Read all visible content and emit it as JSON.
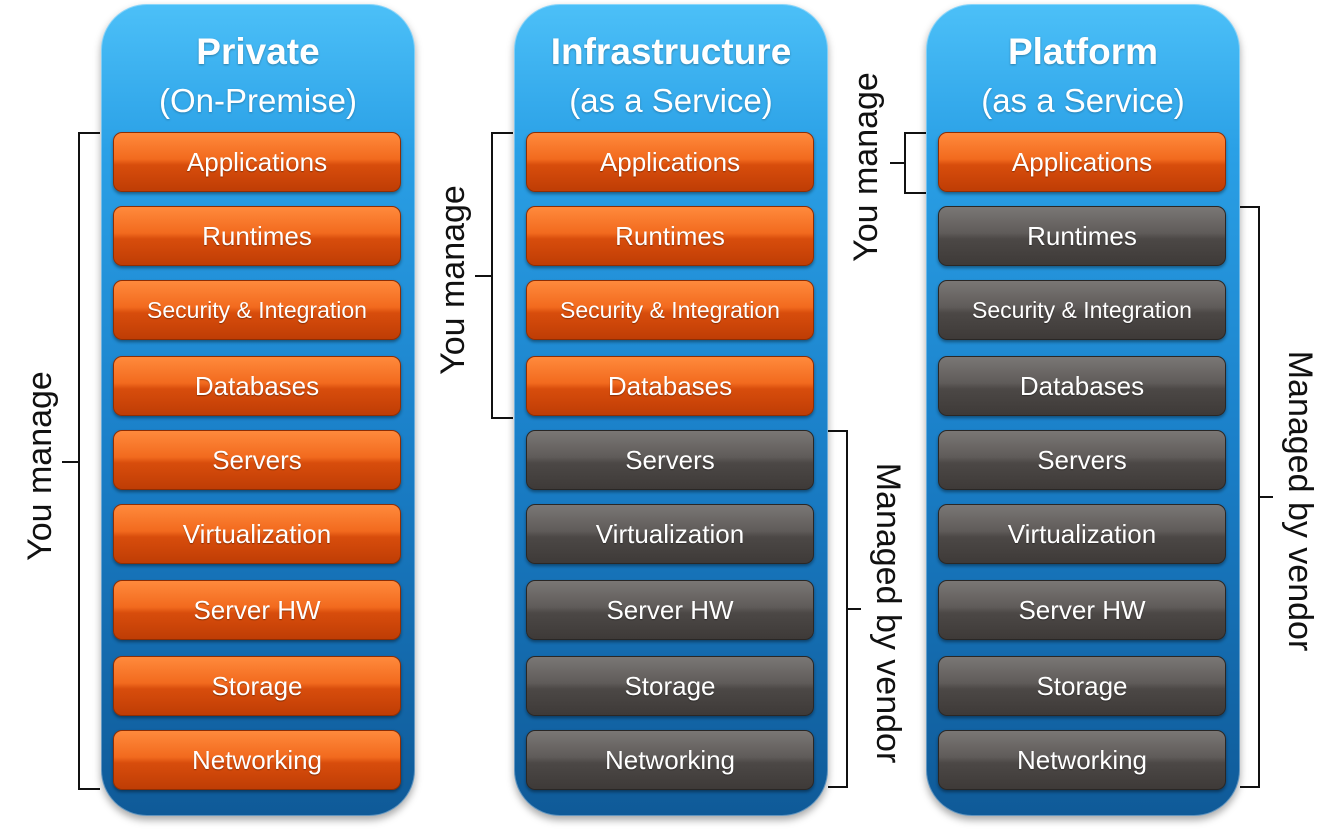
{
  "columns": [
    {
      "title": "Private",
      "subtitle": "(On-Premise)",
      "layers": [
        {
          "label": "Applications",
          "managed": "you"
        },
        {
          "label": "Runtimes",
          "managed": "you"
        },
        {
          "label": "Security & Integration",
          "managed": "you"
        },
        {
          "label": "Databases",
          "managed": "you"
        },
        {
          "label": "Servers",
          "managed": "you"
        },
        {
          "label": "Virtualization",
          "managed": "you"
        },
        {
          "label": "Server HW",
          "managed": "you"
        },
        {
          "label": "Storage",
          "managed": "you"
        },
        {
          "label": "Networking",
          "managed": "you"
        }
      ]
    },
    {
      "title": "Infrastructure",
      "subtitle": "(as a Service)",
      "layers": [
        {
          "label": "Applications",
          "managed": "you"
        },
        {
          "label": "Runtimes",
          "managed": "you"
        },
        {
          "label": "Security & Integration",
          "managed": "you"
        },
        {
          "label": "Databases",
          "managed": "you"
        },
        {
          "label": "Servers",
          "managed": "vendor"
        },
        {
          "label": "Virtualization",
          "managed": "vendor"
        },
        {
          "label": "Server HW",
          "managed": "vendor"
        },
        {
          "label": "Storage",
          "managed": "vendor"
        },
        {
          "label": "Networking",
          "managed": "vendor"
        }
      ]
    },
    {
      "title": "Platform",
      "subtitle": "(as a Service)",
      "layers": [
        {
          "label": "Applications",
          "managed": "you"
        },
        {
          "label": "Runtimes",
          "managed": "vendor"
        },
        {
          "label": "Security & Integration",
          "managed": "vendor"
        },
        {
          "label": "Databases",
          "managed": "vendor"
        },
        {
          "label": "Servers",
          "managed": "vendor"
        },
        {
          "label": "Virtualization",
          "managed": "vendor"
        },
        {
          "label": "Server HW",
          "managed": "vendor"
        },
        {
          "label": "Storage",
          "managed": "vendor"
        },
        {
          "label": "Networking",
          "managed": "vendor"
        }
      ]
    }
  ],
  "brackets": {
    "you_manage": "You manage",
    "managed_by_vendor": "Managed by vendor"
  },
  "colors": {
    "you_manage": "#f26a1e",
    "managed_by_vendor": "#5f5b59",
    "column": "#1a7fc8"
  }
}
